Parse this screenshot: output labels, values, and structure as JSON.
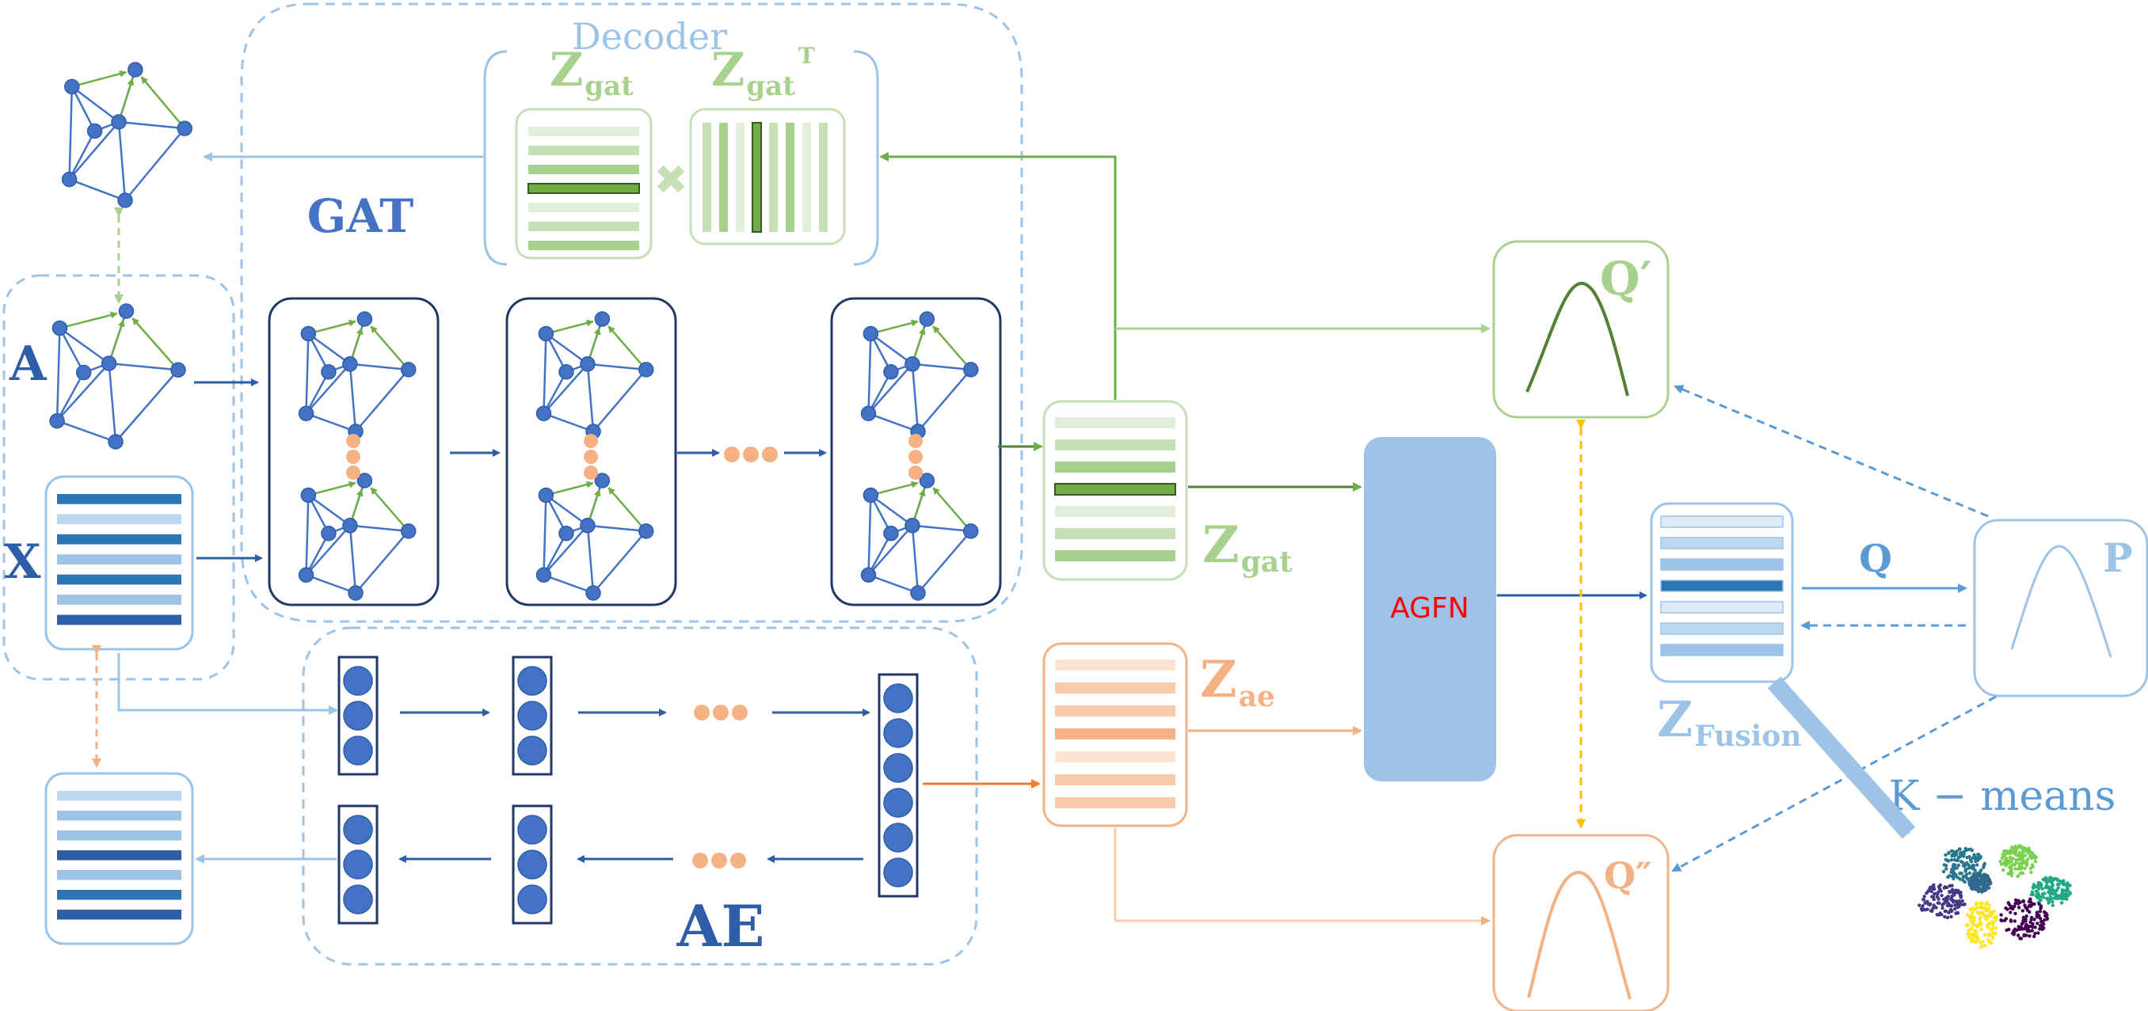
{
  "labels": {
    "decoder": "Decoder",
    "gat": "GAT",
    "ae": "AE",
    "a": "A",
    "x": "X",
    "z_letter": "Z",
    "sub_gat": "gat",
    "sub_ae": "ae",
    "sub_fusion": "Fusion",
    "sup_t": "T",
    "q_prime": "Q′",
    "q_dprime": "Q″",
    "q": "Q",
    "p": "P",
    "agfn": "AGFN",
    "kmeans": "K − means"
  },
  "colors": {
    "blue_dark": "#2e5ea8",
    "blue_node": "#4472c4",
    "blue_light": "#9dc3e6",
    "blue_mid": "#5b9bd5",
    "green_dark": "#548235",
    "green": "#70ad47",
    "green_light": "#a9d18e",
    "orange": "#f4b183",
    "orange_dark": "#ed7d31",
    "yellow": "#ffc000",
    "red": "#ff0000",
    "agfn_fill": "#9dc3e6"
  },
  "icons": {
    "cross": "multiply-icon",
    "ellipsis": "ellipsis-dots-icon"
  }
}
